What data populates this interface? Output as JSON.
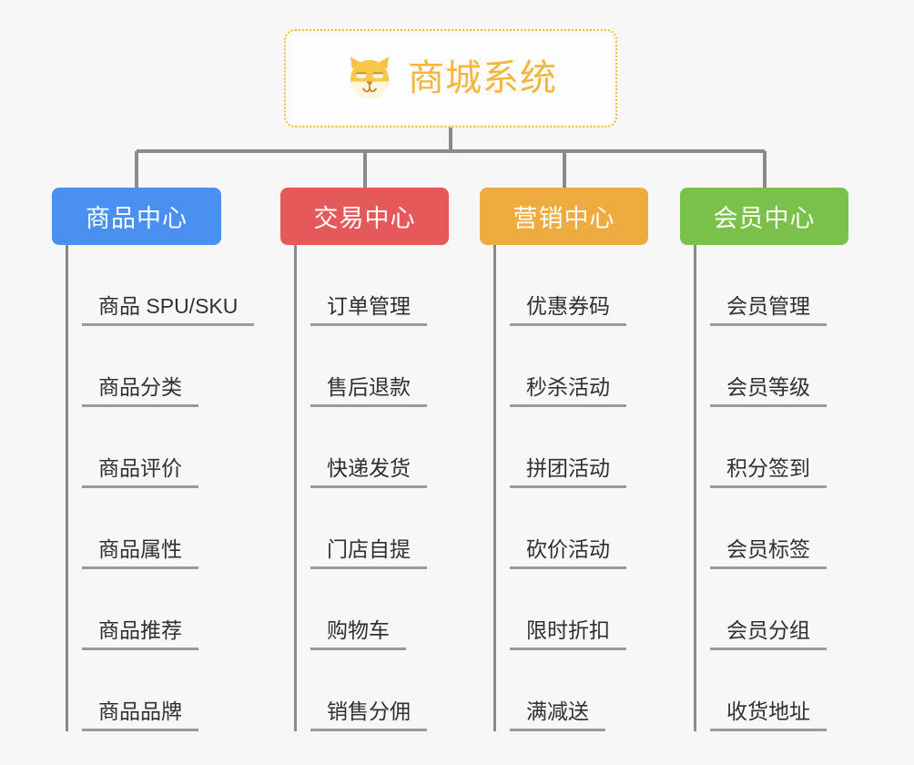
{
  "root": {
    "title": "商城系统",
    "icon": "shiba-dog-face-icon",
    "border_color": "#f2b83d",
    "text_color": "#f2b641",
    "background": "#fdfdfd"
  },
  "canvas": {
    "background": "#f7f7f7",
    "connector_color": "#8a8a8a"
  },
  "branches": [
    {
      "label": "商品中心",
      "color": "#4a90f0",
      "items": [
        "商品 SPU/SKU",
        "商品分类",
        "商品评价",
        "商品属性",
        "商品推荐",
        "商品品牌"
      ]
    },
    {
      "label": "交易中心",
      "color": "#e5595a",
      "items": [
        "订单管理",
        "售后退款",
        "快递发货",
        "门店自提",
        "购物车",
        "销售分佣"
      ]
    },
    {
      "label": "营销中心",
      "color": "#eeac40",
      "items": [
        "优惠券码",
        "秒杀活动",
        "拼团活动",
        "砍价活动",
        "限时折扣",
        "满减送"
      ]
    },
    {
      "label": "会员中心",
      "color": "#79c14a",
      "items": [
        "会员管理",
        "会员等级",
        "积分签到",
        "会员标签",
        "会员分组",
        "收货地址"
      ]
    }
  ]
}
